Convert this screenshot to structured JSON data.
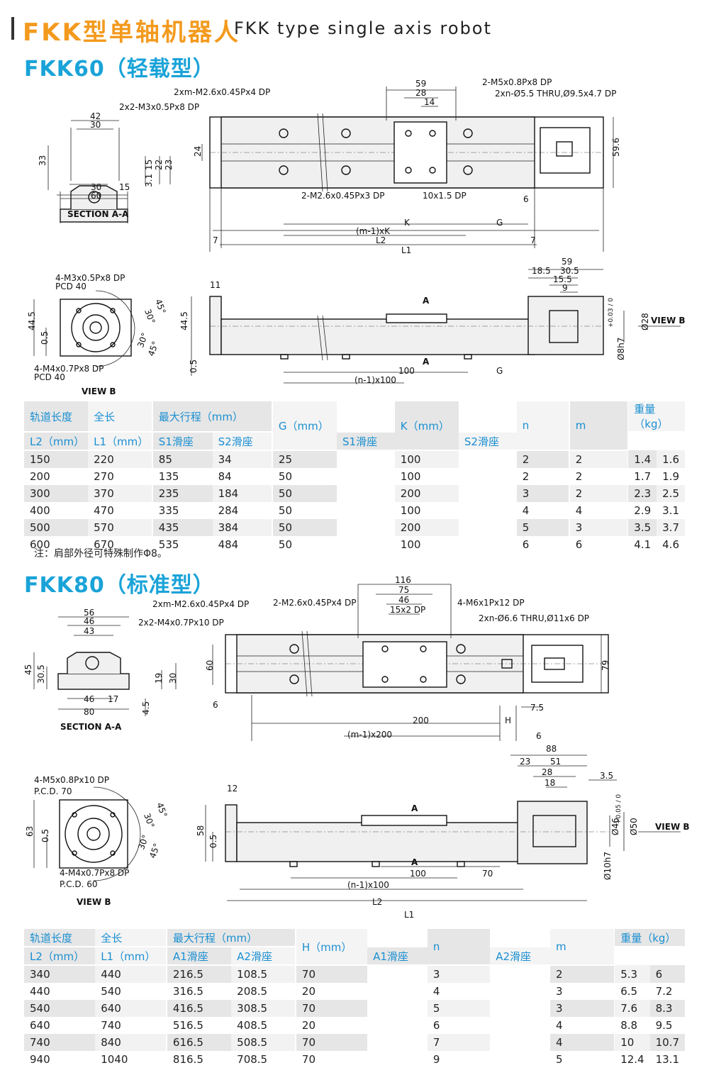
{
  "header": {
    "title_cn": "FKK型单轴机器人",
    "title_en": "FKK type single axis robot"
  },
  "colors": {
    "accent_orange": "#f39a1e",
    "accent_blue": "#1aa3d8",
    "table_header_text": "#1a8fd1"
  },
  "fkk60": {
    "title": "FKK60（轻载型）",
    "drawing_labels": {
      "tap_top1": "2xm-M2.6x0.45Px4 DP",
      "tap_top2": "2x2-M3x0.5Px8 DP",
      "tap_right1": "2-M5x0.8Px8 DP",
      "tap_right2": "2xn-Ø5.5 THRU,Ø9.5x4.7 DP",
      "tap_bottom1": "2-M2.6x0.45Px3 DP",
      "tap_bottom2": "10x1.5 DP",
      "d59": "59",
      "d28": "28",
      "d14": "14",
      "d24": "24",
      "d59_6": "59.6",
      "d6": "6",
      "K": "K",
      "G": "G",
      "mK": "(m-1)xK",
      "L2": "L2",
      "L1": "L1",
      "d7a": "7",
      "d7b": "7",
      "sec_42": "42",
      "sec_30": "30",
      "sec_33": "33",
      "sec_30b": "30",
      "sec_15": "15",
      "sec_60": "60",
      "sec_3_1": "3.1",
      "sec_15b": "15",
      "sec_22": "22",
      "sec_23": "23",
      "section": "SECTION A-A",
      "vb_tap1": "4-M3x0.5Px8 DP",
      "vb_pcd1": "PCD 40",
      "vb_tap2": "4-M4x0.7Px8 DP",
      "vb_pcd2": "PCD 40",
      "vb_44_5": "44.5",
      "vb_0_5": "0.5",
      "vb_45a": "45°",
      "vb_30a": "30°",
      "vb_30b": "30°",
      "vb_45b": "45°",
      "view_b": "VIEW B",
      "side_11": "11",
      "side_44_5": "44.5",
      "side_0_5": "0.5",
      "side_A1": "A",
      "side_A2": "A",
      "side_100": "100",
      "side_G": "G",
      "side_n100": "(n-1)x100",
      "side_59": "59",
      "side_18_5": "18.5",
      "side_30_5": "30.5",
      "side_15_5": "15.5",
      "side_9": "9",
      "side_d28": "Ø28",
      "side_tol": "+0.03 / 0",
      "side_d8": "Ø8h7",
      "view_b_arrow": "VIEW B"
    },
    "table": {
      "headers": {
        "rail": "轨道长度",
        "rail_unit": "L2（mm）",
        "total": "全长",
        "total_unit": "L1（mm）",
        "stroke": "最大行程（mm）",
        "s1": "S1滑座",
        "s2": "S2滑座",
        "g": "G（mm）",
        "k": "K（mm）",
        "n": "n",
        "m": "m",
        "weight": "重量（kg）",
        "w1": "S1滑座",
        "w2": "S2滑座"
      },
      "rows": [
        [
          "150",
          "220",
          "85",
          "34",
          "25",
          "100",
          "2",
          "2",
          "1.4",
          "1.6"
        ],
        [
          "200",
          "270",
          "135",
          "84",
          "50",
          "100",
          "2",
          "2",
          "1.7",
          "1.9"
        ],
        [
          "300",
          "370",
          "235",
          "184",
          "50",
          "200",
          "3",
          "2",
          "2.3",
          "2.5"
        ],
        [
          "400",
          "470",
          "335",
          "284",
          "50",
          "100",
          "4",
          "4",
          "2.9",
          "3.1"
        ],
        [
          "500",
          "570",
          "435",
          "384",
          "50",
          "200",
          "5",
          "3",
          "3.5",
          "3.7"
        ],
        [
          "600",
          "670",
          "535",
          "484",
          "50",
          "100",
          "6",
          "6",
          "4.1",
          "4.6"
        ]
      ]
    },
    "note": "注：肩部外径可特殊制作Φ8。"
  },
  "fkk80": {
    "title": "FKK80（标准型）",
    "drawing_labels": {
      "tap_top1": "2xm-M2.6x0.45Px4 DP",
      "tap_top2": "2x2-M4x0.7Px10 DP",
      "tap_mid": "2-M2.6x0.45Px4 DP",
      "tap_right1": "4-M6x1Px12 DP",
      "tap_right2": "2xn-Ø6.6 THRU,Ø11x6 DP",
      "d116": "116",
      "d75": "75",
      "d46": "46",
      "d15x2": "15x2 DP",
      "d60": "60",
      "d79": "79",
      "d6a": "6",
      "d7_5": "7.5",
      "d200": "200",
      "H": "H",
      "d6b": "6",
      "m200": "(m-1)x200",
      "sec_56": "56",
      "sec_46": "46",
      "sec_43": "43",
      "sec_45": "45",
      "sec_30_5": "30.5",
      "sec_46b": "46",
      "sec_17": "17",
      "sec_80": "80",
      "sec_19": "19",
      "sec_30": "30",
      "sec_4_5": "4.5",
      "section": "SECTION A-A",
      "vb_tap1": "4-M5x0.8Px10 DP",
      "vb_pcd1": "P.C.D. 70",
      "vb_tap2": "4-M4x0.7Px8 DP",
      "vb_pcd2": "P.C.D. 60",
      "vb_63": "63",
      "vb_0_5": "0.5",
      "vb_45a": "45°",
      "vb_30a": "30°",
      "vb_30b": "30°",
      "vb_45b": "45°",
      "view_b": "VIEW B",
      "side_12": "12",
      "side_58": "58",
      "side_0_5": "0.5",
      "side_A1": "A",
      "side_A2": "A",
      "side_100": "100",
      "side_70": "70",
      "side_n100": "(n-1)x100",
      "side_L2": "L2",
      "side_L1": "L1",
      "side_88": "88",
      "side_23": "23",
      "side_51": "51",
      "side_28": "28",
      "side_18": "18",
      "side_3_5": "3.5",
      "side_d46": "Ø46",
      "side_d50": "Ø50",
      "side_tol": "+0.05 / 0",
      "side_d10": "Ø10h7",
      "view_b_arrow": "VIEW B"
    },
    "table": {
      "headers": {
        "rail": "轨道长度",
        "rail_unit": "L2（mm）",
        "total": "全长",
        "total_unit": "L1（mm）",
        "stroke": "最大行程（mm）",
        "a1": "A1滑座",
        "a2": "A2滑座",
        "h": "H（mm）",
        "n": "n",
        "m": "m",
        "weight": "重量（kg）",
        "w1": "A1滑座",
        "w2": "A2滑座"
      },
      "rows": [
        [
          "340",
          "440",
          "216.5",
          "108.5",
          "70",
          "3",
          "2",
          "5.3",
          "6"
        ],
        [
          "440",
          "540",
          "316.5",
          "208.5",
          "20",
          "4",
          "3",
          "6.5",
          "7.2"
        ],
        [
          "540",
          "640",
          "416.5",
          "308.5",
          "70",
          "5",
          "3",
          "7.6",
          "8.3"
        ],
        [
          "640",
          "740",
          "516.5",
          "408.5",
          "20",
          "6",
          "4",
          "8.8",
          "9.5"
        ],
        [
          "740",
          "840",
          "616.5",
          "508.5",
          "70",
          "7",
          "4",
          "10",
          "10.7"
        ],
        [
          "940",
          "1040",
          "816.5",
          "708.5",
          "70",
          "9",
          "5",
          "12.4",
          "13.1"
        ]
      ]
    }
  }
}
